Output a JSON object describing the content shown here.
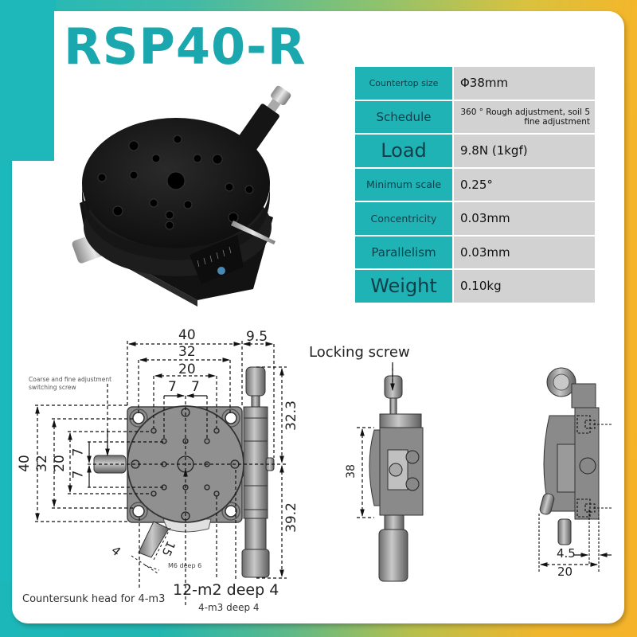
{
  "product": {
    "model": "RSP40-R"
  },
  "specs": [
    {
      "label": "Countertop size",
      "value": "Φ38mm",
      "label_size": "s"
    },
    {
      "label": "Schedule",
      "value": "360 ° Rough adjustment, soil 5 fine adjustment",
      "label_size": "m"
    },
    {
      "label": "Load",
      "value": "9.8N (1kgf)",
      "label_size": "l"
    },
    {
      "label": "Minimum scale",
      "value": "0.25°",
      "label_size": "xs"
    },
    {
      "label": "Concentricity",
      "value": "0.03mm",
      "label_size": "xs"
    },
    {
      "label": "Parallelism",
      "value": "0.03mm",
      "label_size": "m"
    },
    {
      "label": "Weight",
      "value": "0.10kg",
      "label_size": "l"
    }
  ],
  "drawing": {
    "top_view": {
      "dims": {
        "width_40": "40",
        "width_32": "32",
        "width_20": "20",
        "pitch_left_7": "7",
        "pitch_right_7": "7",
        "micrometer_9_5": "9.5",
        "height_40": "40",
        "height_32": "32",
        "height_20": "20",
        "pitch_up_7": "7",
        "pitch_down_7": "7",
        "upper_32_3": "32.3",
        "lower_39_2": "39.2",
        "lever_4": "4",
        "lever_15": "15"
      },
      "notes": {
        "switch_screw": "Coarse and fine adjustment switching screw",
        "center_hole": "M6 deep 6",
        "holes_12": "12-m2 deep 4",
        "holes_4": "4-m3 deep 4",
        "countersunk": "Countersunk head for 4-m3"
      }
    },
    "front_view": {
      "locking_screw": "Locking screw",
      "height_38": "38"
    },
    "side_view": {
      "dim_4_5": "4.5",
      "dim_20": "20"
    }
  },
  "colors": {
    "brand_teal": "#1aa7ad",
    "label_bg": "#1fb3b6",
    "value_bg": "#d2d2d2",
    "gradient_end": "#f4b32a"
  }
}
